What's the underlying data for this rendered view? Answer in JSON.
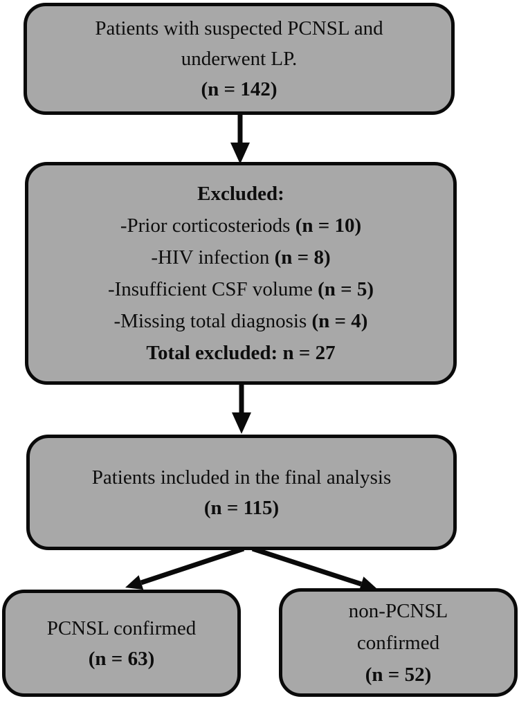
{
  "colors": {
    "box_fill": "#a8a8a8",
    "box_border": "#0a0a0a",
    "arrow": "#0a0a0a",
    "background": "#ffffff"
  },
  "boxes": {
    "suspected": {
      "line1": "Patients with suspected PCNSL and",
      "line2": "underwent LP.",
      "count": "(n = 142)"
    },
    "excluded": {
      "title": "Excluded:",
      "items": [
        {
          "label": "-Prior corticosteriods ",
          "count": "(n = 10)"
        },
        {
          "label": "-HIV infection ",
          "count": "(n = 8)"
        },
        {
          "label": "-Insufficient CSF volume ",
          "count": "(n = 5)"
        },
        {
          "label": "-Missing total diagnosis ",
          "count": "(n = 4)"
        }
      ],
      "total": "Total excluded: n = 27"
    },
    "included": {
      "line1": "Patients included in the final analysis",
      "count": "(n = 115)"
    },
    "pcnsl": {
      "line1": "PCNSL confirmed",
      "count": "(n = 63)"
    },
    "non_pcnsl": {
      "line1": "non-PCNSL",
      "line2": "confirmed",
      "count": "(n = 52)"
    }
  }
}
